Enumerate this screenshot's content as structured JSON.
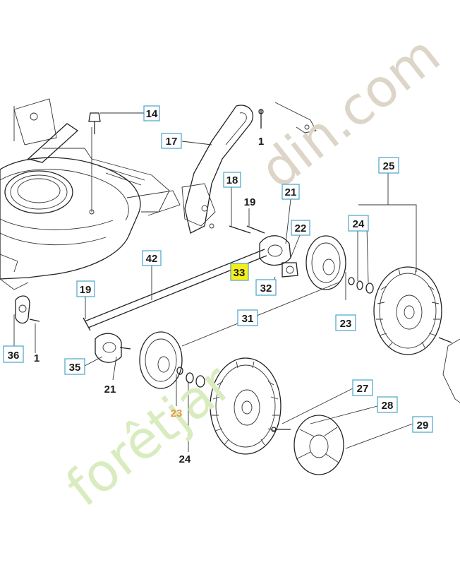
{
  "labels": {
    "l14": "14",
    "l17": "17",
    "l1a": "1",
    "l18": "18",
    "l19a": "19",
    "l21a": "21",
    "l22": "22",
    "l25": "25",
    "l24a": "24",
    "l42": "42",
    "l33": "33",
    "l32": "32",
    "l19b": "19",
    "l31": "31",
    "l23a": "23",
    "l36": "36",
    "l1b": "1",
    "l35": "35",
    "l21b": "21",
    "l23b": "23",
    "l24b": "24",
    "l27": "27",
    "l28": "28",
    "l29": "29"
  },
  "watermark": {
    "part1": "forêtjar",
    "part2": "din.com"
  },
  "colors": {
    "label_box_border": "#4aa3c9",
    "highlight": "#f6ee1a",
    "watermark_green": "#d9ecbf",
    "watermark_grey": "#dcd5c8",
    "watermark_orange": "#e8993a"
  }
}
